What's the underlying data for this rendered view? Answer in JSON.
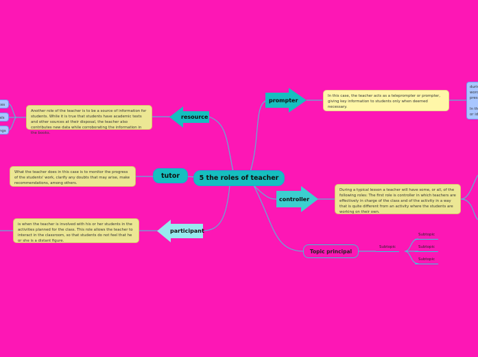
{
  "central": "5 the roles of teacher",
  "branches": {
    "resource": {
      "label": "resource",
      "note": "Another role of the teacher is to be a source of information for students. While it is true that students have academic texts and other sources at their disposal, the teacher also contributes new data while corroborating the information in the books.",
      "children": [
        "tes",
        "als",
        "ngs"
      ]
    },
    "tutor": {
      "label": "tutor",
      "note": "What the teacher does in this case is to monitor the progress of the students' work, clarify any doubts that may arise, make recommendations, among others."
    },
    "participant": {
      "label": "participant",
      "note": "is when the teacher is involved with his or her students in the activities planned for the class. This role allows the teacher to interact in the classroom, so that students do not feel that he or she is a distant figure."
    },
    "prompter": {
      "label": "prompter",
      "note": "In this case, the teacher acts as a teleprompter or prompter, giving key information to students only when deemed necessary.",
      "child_lines": [
        "durin",
        "word",
        "pres",
        "",
        "In th",
        "or id"
      ]
    },
    "controller": {
      "label": "controller",
      "note": "During a typical lesson a teacher will have some, or all, of the following roles: The first role is controller in which teachers are effectively in charge of the class and of the activity in a way that is quite different from an activity where the students are working on their own."
    },
    "topic": {
      "label": "Topic principal",
      "subtopic": "Subtopic",
      "subtopics": [
        "Subtopic",
        "Subtopic",
        "Subtopic"
      ]
    }
  },
  "colors": {
    "background": "#fd17b5",
    "central": "#16bfbf",
    "note": "#ece794",
    "line": "#3ec3d6",
    "participant": "#97e9ee"
  }
}
